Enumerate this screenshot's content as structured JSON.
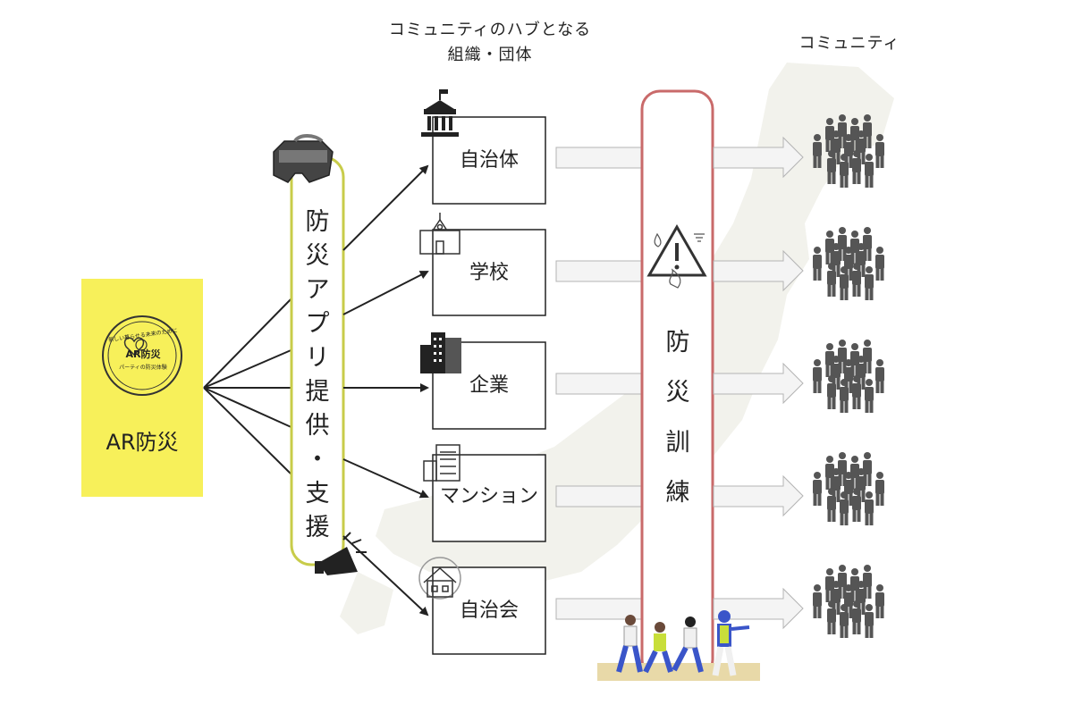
{
  "headers": {
    "hub_line1": "コミュニティのハブとなる",
    "hub_line2": "組織・団体",
    "community": "コミュニティ"
  },
  "source": {
    "label": "AR防災",
    "badge_top": "新しい暮らせる未来のために",
    "badge_main": "AR防災",
    "badge_bottom": "パーティの防災体験",
    "color": "#f7f05a"
  },
  "app_support": {
    "label_chars": [
      "防",
      "災",
      "ア",
      "プ",
      "リ",
      "提",
      "供",
      "・",
      "支",
      "援"
    ],
    "border_color": "#c8cc4a"
  },
  "drill": {
    "label_chars": [
      "防",
      "災",
      "訓",
      "練"
    ],
    "border_color": "#c96a6a"
  },
  "organizations": [
    {
      "label": "自治体",
      "icon": "government-building-icon"
    },
    {
      "label": "学校",
      "icon": "school-icon"
    },
    {
      "label": "企業",
      "icon": "office-building-icon"
    },
    {
      "label": "マンション",
      "icon": "apartment-icon"
    },
    {
      "label": "自治会",
      "icon": "neighborhood-house-icon"
    }
  ],
  "icons": {
    "vr": "vr-headset-icon",
    "megaphone": "megaphone-icon",
    "warning": "hazard-warning-icon",
    "crowd": "people-group-icon",
    "evacuees": "evacuation-people-icon"
  }
}
